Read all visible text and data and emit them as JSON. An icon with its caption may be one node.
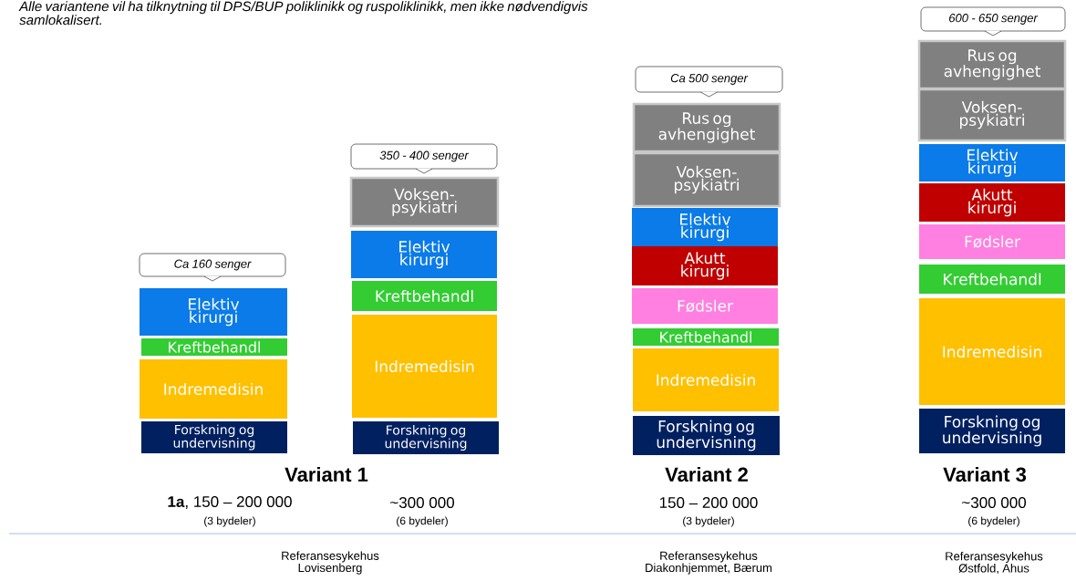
{
  "diagram": {
    "nodes": [
      {
        "text": [
          "Ca 160 senger"
        ]
      },
      {
        "text": [
          "Elektiv kirurgi"
        ]
      },
      {
        "text": [
          "Kreftbehandl"
        ]
      },
      {
        "text": [
          "Indremedisin"
        ]
      },
      {
        "text": [
          "Forskning og undervisning"
        ]
      },
      {
        "text": [
          "350 - 400 senger"
        ]
      },
      {
        "text": [
          "Voksen- psykiatri"
        ]
      },
      {
        "text": [
          "Elektiv kirurgi"
        ]
      },
      {
        "text": [
          "Kreftbehandl"
        ]
      },
      {
        "text": [
          "Indremedisin"
        ]
      },
      {
        "text": [
          "Forskning og undervisning"
        ]
      },
      {
        "text": [
          "Ca 500 senger"
        ]
      },
      {
        "text": [
          "Rus og avhengighet"
        ]
      },
      {
        "text": [
          "Voksen- psykiatri"
        ]
      },
      {
        "text": [
          "Elektiv kirurgi"
        ]
      },
      {
        "text": [
          "Akutt kirurgi"
        ]
      },
      {
        "text": [
          "Fødsler"
        ]
      },
      {
        "text": [
          "Kreftbehandl"
        ]
      },
      {
        "text": [
          "Indremedisin"
        ]
      },
      {
        "text": [
          "Forskning og undervisning"
        ]
      },
      {
        "text": [
          "600 - 650 senger"
        ]
      },
      {
        "text": [
          "Rus og avhengighet"
        ]
      },
      {
        "text": [
          "Voksen- psykiatri"
        ]
      },
      {
        "text": [
          "Elektiv kirurgi"
        ]
      },
      {
        "text": [
          "Akutt kirurgi"
        ]
      },
      {
        "text": [
          "Fødsler"
        ]
      },
      {
        "text": [
          "Kreftbehandl"
        ]
      },
      {
        "text": [
          "Indremedisin"
        ]
      },
      {
        "text": [
          "Forskning og undervisning"
        ]
      }
    ],
    "labels": [
      "Alle variantene vil ha tilknytning til DPS/BUP poliklinikk og ruspoliklinikk, men ikke nødvendigvis samlokalisert.",
      "Variant 1",
      "Variant 2",
      "Variant 3",
      "**1a**, 150 – 200 000",
      "~300 000",
      "150 – 200 000",
      "~300 000",
      "(3 bydeler)",
      "(6 bydeler)",
      "(3 bydeler)",
      "(6 bydeler)",
      "Referansesykehus Lovisenberg",
      "Referansesykehus Diakonhjemmet, Bærum",
      "Referansesykehus Østfold, Ahus"
    ]
  }
}
